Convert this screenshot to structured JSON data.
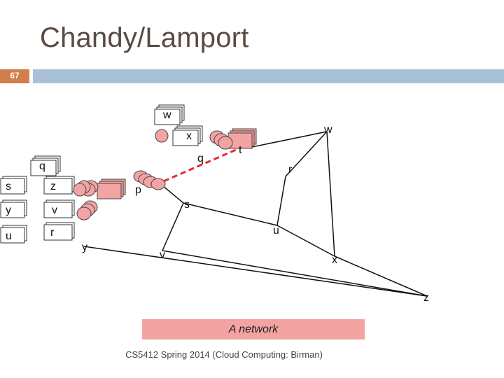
{
  "slide": {
    "title": "Chandy/Lamport",
    "number": "67",
    "footer": "CS5412 Spring 2014 (Cloud Computing: Birman)"
  },
  "network": {
    "label": "A network",
    "nodes": [
      "w",
      "t",
      "q",
      "r",
      "p",
      "s",
      "u",
      "y",
      "v",
      "x",
      "z"
    ],
    "queues": {
      "top": "w",
      "upper": "x",
      "left_top": "q",
      "left_rows": [
        [
          "s",
          "z"
        ],
        [
          "y",
          "v"
        ],
        [
          "u",
          "r"
        ]
      ]
    }
  },
  "colors": {
    "accent_orange": "#d17f4a",
    "accent_blue": "#a9c1d6",
    "envelope_fill": "#f4a3a3",
    "marker_red": "#e8292b"
  }
}
